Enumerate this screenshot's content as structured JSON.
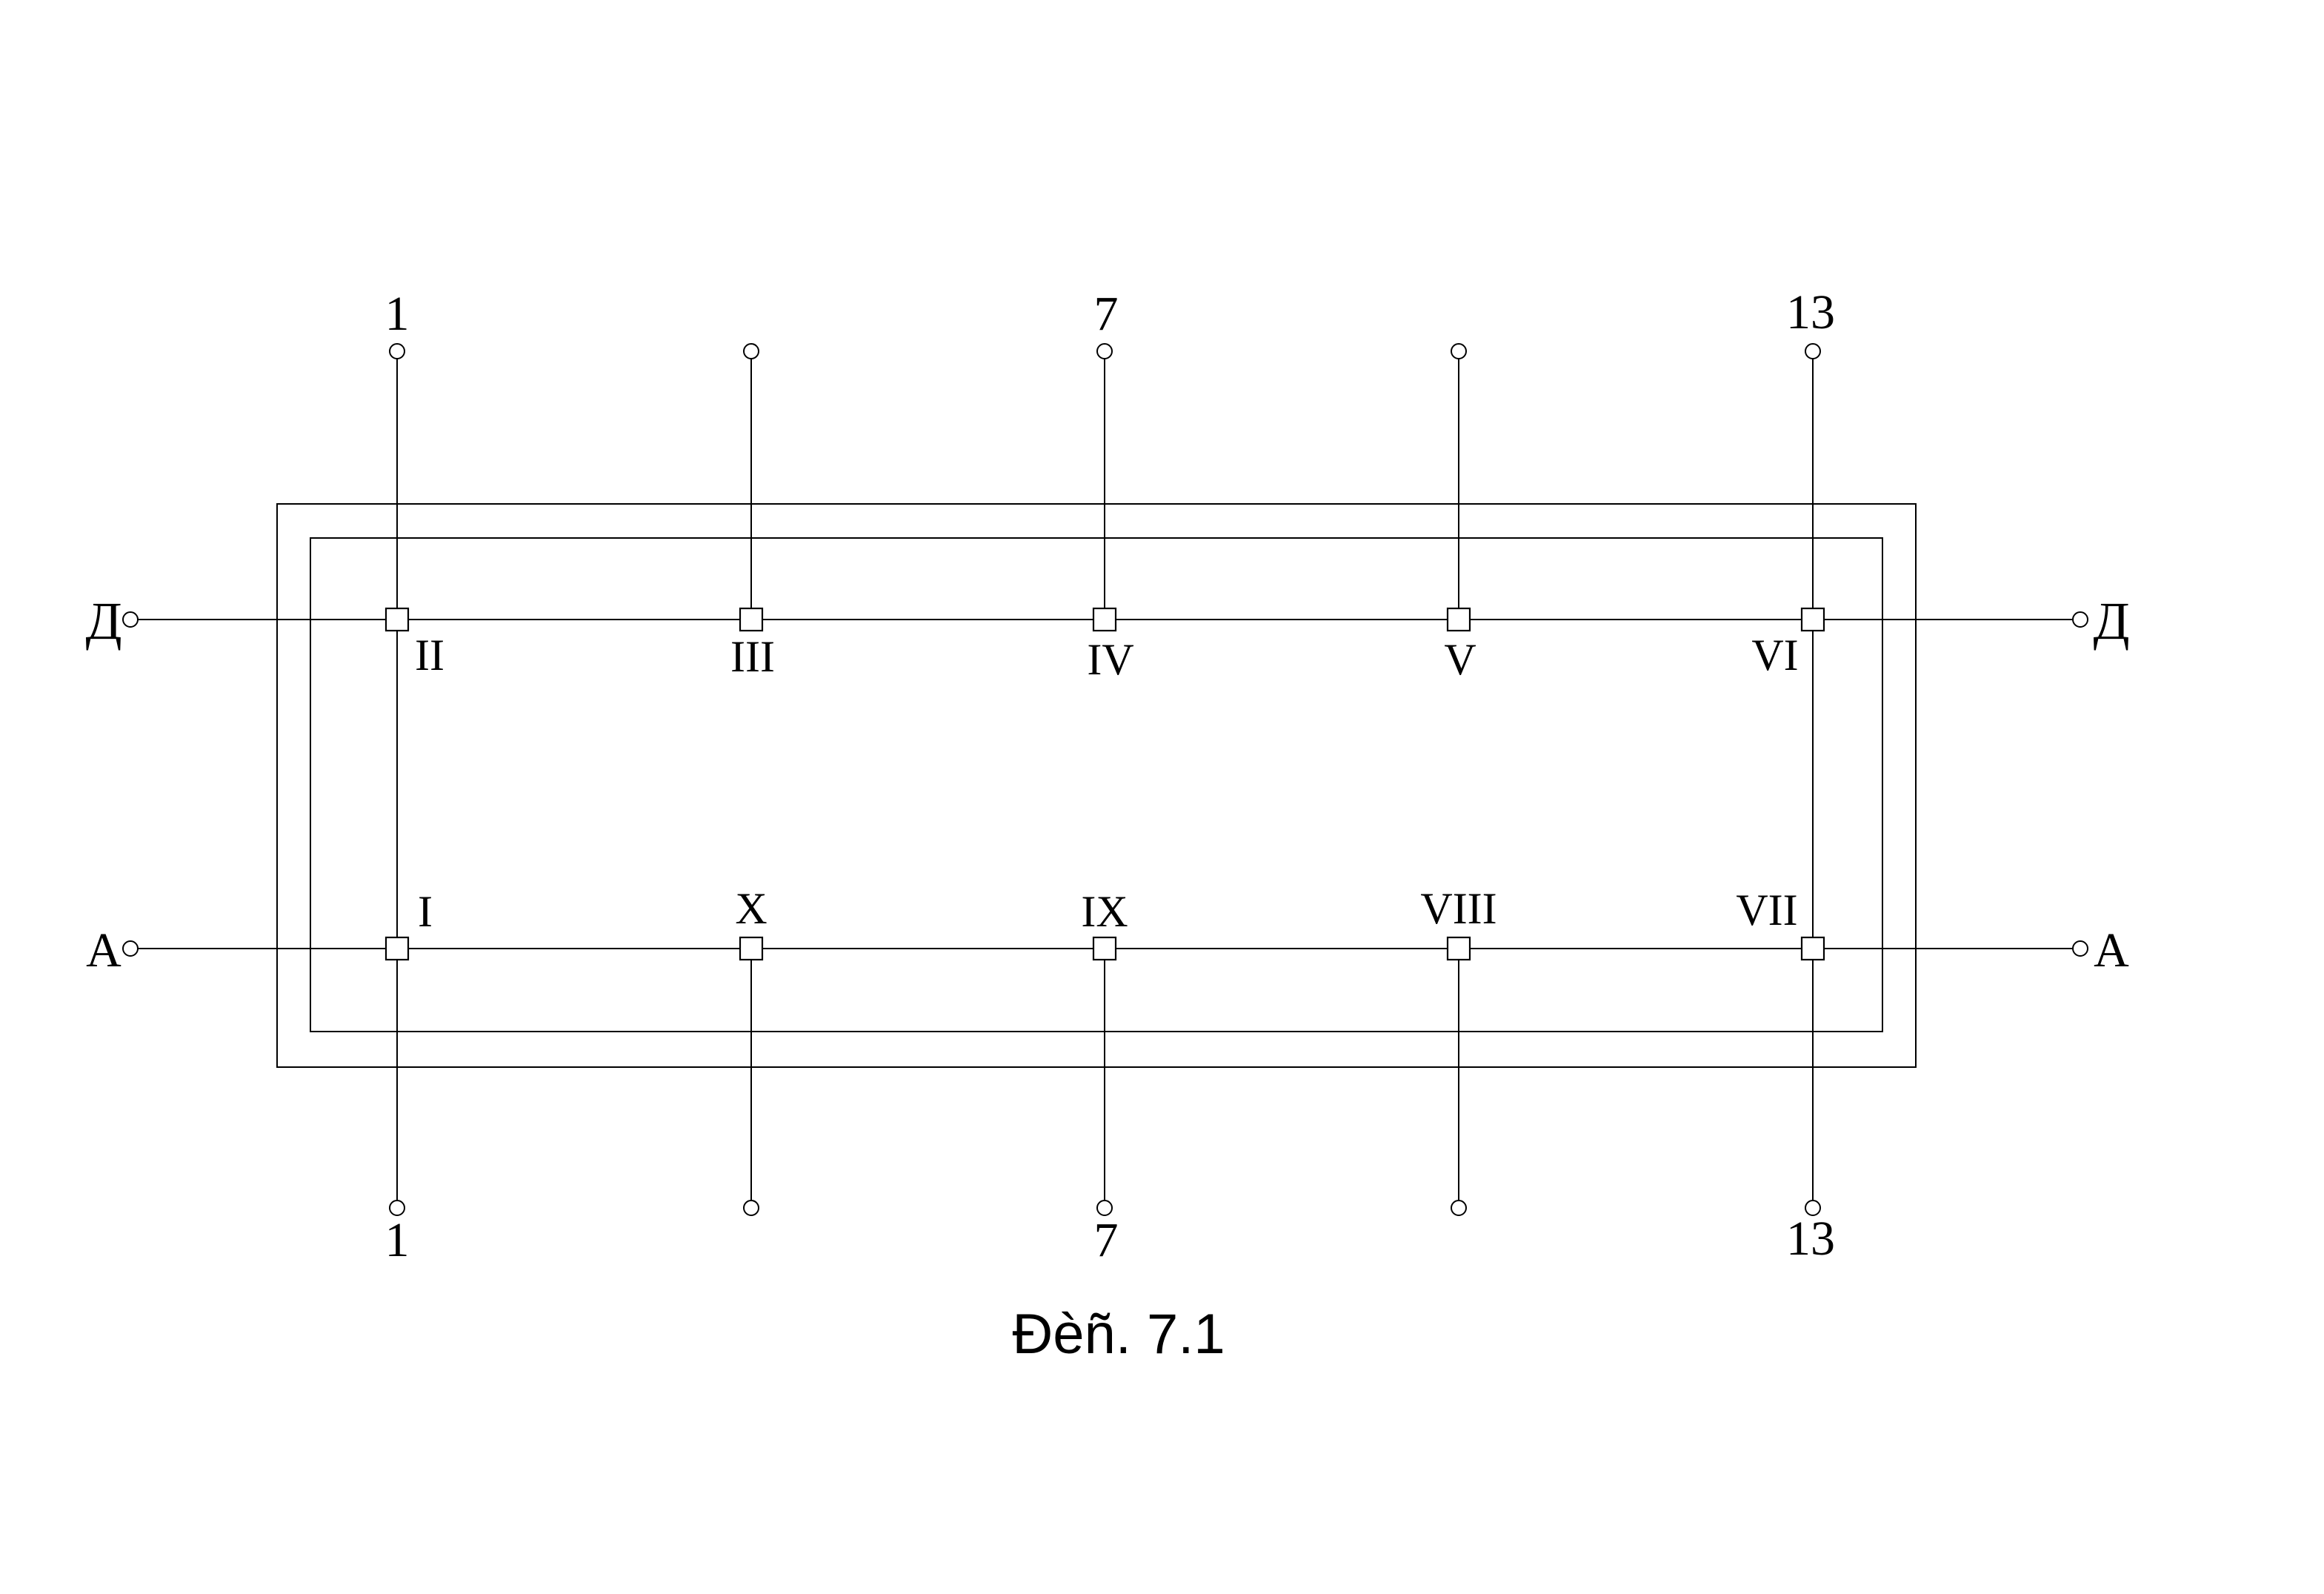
{
  "top_axis_labels": [
    "1",
    "7",
    "13"
  ],
  "bottom_axis_labels": [
    "1",
    "7",
    "13"
  ],
  "row_labels": {
    "top_left": "Д",
    "top_right": "Д",
    "bottom_left": "А",
    "bottom_right": "А"
  },
  "top_nodes": [
    "II",
    "III",
    "IV",
    "V",
    "VI"
  ],
  "bottom_nodes": [
    "I",
    "X",
    "IX",
    "VIII",
    "VII"
  ],
  "caption": "Đèñ. 7.1"
}
